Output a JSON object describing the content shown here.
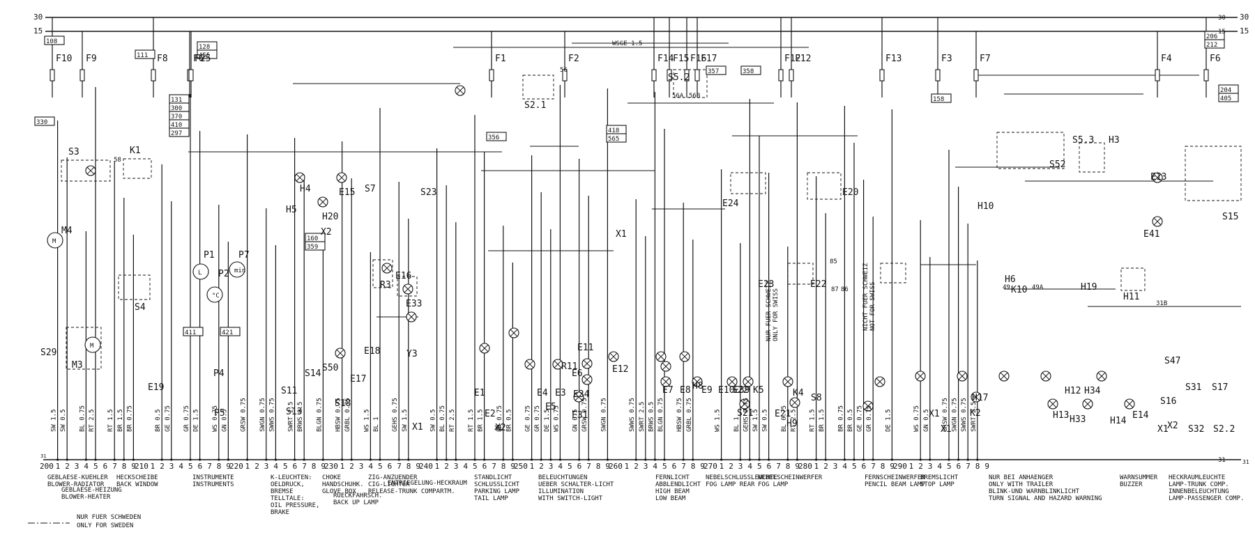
{
  "bus": {
    "rail_top": "30",
    "rail_mid": "15",
    "rail_bottom": "31",
    "rail_top_right": "30",
    "rail_mid_right": "15",
    "rail_bottom_right": "31"
  },
  "ruler": {
    "majors": [
      "200",
      "210",
      "220",
      "230",
      "240",
      "250",
      "260",
      "270",
      "280",
      "290"
    ],
    "minors": [
      "1",
      "2",
      "3",
      "4",
      "5",
      "6",
      "7",
      "8",
      "9"
    ]
  },
  "sections": [
    {
      "lines": [
        "GEBLAESE-KUEHLER",
        "BLOWER-RADIATOR"
      ]
    },
    {
      "lines": [
        "GEBLAESE-HEIZUNG",
        "BLOWER-HEATER"
      ]
    },
    {
      "lines": [
        "HECKSCHEIBE",
        "BACK WINDOW"
      ]
    },
    {
      "lines": [
        "INSTRUMENTE",
        "INSTRUMENTS"
      ]
    },
    {
      "lines": [
        "K-LEUCHTEN:",
        "OELDRUCK,",
        "BREMSE",
        "TELLTALE:",
        "OIL PRESSURE,",
        "BRAKE"
      ]
    },
    {
      "lines": [
        "CHOKE",
        "HANDSCHUHK.",
        "GLOVE BOX"
      ]
    },
    {
      "lines": [
        "RUECKFAHRSCH.",
        "BACK UP LAMP"
      ]
    },
    {
      "lines": [
        "ZIG-ANZUENDER",
        "CIG-LIGHTER",
        "RELEASE-TRUNK COMPARTM."
      ]
    },
    {
      "lines": [
        "ENTRIEGELUNG-HECKRAUM"
      ]
    },
    {
      "lines": [
        "STANDLICHT",
        "SCHLUSSLICHT",
        "PARKING LAMP",
        "TAIL LAMP"
      ]
    },
    {
      "lines": [
        "BELEUCHTUNGEN",
        "UEBER SCHALTER-LICHT",
        "ILLUMINATION",
        "WITH SWITCH-LIGHT"
      ]
    },
    {
      "lines": [
        "FERNLICHT",
        "ABBLENDLICHT",
        "HIGH BEAM",
        "LOW BEAM"
      ]
    },
    {
      "lines": [
        "NEBELSCHLUSSLEUCHTE",
        "FOG LAMP REAR"
      ]
    },
    {
      "lines": [
        "NEBELSCHEINWERFER",
        "FOG LAMP"
      ]
    },
    {
      "lines": [
        "FERNSCHEINWERFER",
        "PENCIL BEAM LAMP"
      ]
    },
    {
      "lines": [
        "BREMSLICHT",
        "STOP LAMP"
      ]
    },
    {
      "lines": [
        "NUR BEI ANHAENGER",
        "ONLY WITH TRAILER",
        "BLINK-UND WARNBLINKLICHT",
        "TURN SIGNAL AND HAZARD WARNING"
      ]
    },
    {
      "lines": [
        "WARNSUMMER",
        "BUZZER"
      ]
    },
    {
      "lines": [
        "HECKRAUMLEUCHTE",
        "LAMP-TRUNK COMP.",
        "INNENBELEUCHTUNG",
        "LAMP-PASSENGER COMP."
      ]
    }
  ],
  "legend": {
    "lines": [
      "NUR FUER SCHWEDEN",
      "ONLY FOR SWEDEN"
    ]
  },
  "notes": {
    "schweiz": [
      "NUR FUER SCHWEIZ",
      "ONLY FOR SWISS"
    ],
    "nicht_schweiz": [
      "NICHT FUER SCHWEIZ",
      "NOT FOR SWISS"
    ],
    "wsge": "WSGE 1.5"
  },
  "fuses": [
    "F10",
    "F9",
    "F8",
    "F6",
    "F25",
    "F1",
    "F2",
    "F14",
    "F15",
    "F16",
    "F17",
    "F12",
    "F12",
    "F13",
    "F3",
    "F7",
    "F4",
    "F6"
  ],
  "components": [
    "M4",
    "M3",
    "S29",
    "S3",
    "K1",
    "S4",
    "E19",
    "P1",
    "P2",
    "P7",
    "P4",
    "P5",
    "H4",
    "H5",
    "H20",
    "E15",
    "S7",
    "S11",
    "S13",
    "S14",
    "S50",
    "S18",
    "E17",
    "E18",
    "R3",
    "E16",
    "E33",
    "S23",
    "Y3",
    "S2.1",
    "E1",
    "E2",
    "E4",
    "E5",
    "E3",
    "R11",
    "E11",
    "E6",
    "E34",
    "E31",
    "E12",
    "S5.2",
    "E7",
    "E8",
    "H8",
    "E9",
    "E10",
    "S22",
    "E24",
    "E39",
    "S21",
    "K5",
    "E21",
    "E20",
    "K4",
    "E23",
    "E22",
    "S8",
    "H9",
    "H10",
    "H17",
    "K2",
    "K10",
    "H6",
    "S52",
    "S5.3",
    "H3",
    "H19",
    "H11",
    "H12",
    "H33",
    "H13",
    "H34",
    "H14",
    "E14",
    "E13",
    "E41",
    "S15",
    "S47",
    "S16",
    "S31",
    "S17",
    "S32",
    "S2.2",
    "X1",
    "X2",
    "X2",
    "X2",
    "X1",
    "X1",
    "X1",
    "X1"
  ],
  "wires": [
    "SW 1.5",
    "SW 0.5",
    "BL 0.75",
    "RT 2.5",
    "RT 1.5",
    "BR 1.5",
    "BR 0.75",
    "BR 0.5",
    "GE 0.75",
    "GR 0.75",
    "DE 1.5",
    "WS 0.75",
    "GN 0.5",
    "GRSW 0.75",
    "SWGN 0.75",
    "SWWS 0.75",
    "SWRT 2.5",
    "BRWS 0.5",
    "BLGN 0.75",
    "HBSW 0.75",
    "GRBL 0.75",
    "WS 1.5",
    "BL 1",
    "GEHS 0.75"
  ],
  "terminals": [
    "30",
    "15",
    "31",
    "56",
    "56A",
    "56B",
    "58",
    "85",
    "86",
    "87",
    "49",
    "49A",
    "31B",
    "X1"
  ],
  "codes": [
    "108",
    "330",
    "111",
    "128",
    "455",
    "131",
    "300",
    "370",
    "410",
    "297",
    "411",
    "421",
    "160",
    "359",
    "358",
    "357",
    "418",
    "565",
    "356",
    "158",
    "204",
    "405",
    "206",
    "212"
  ]
}
